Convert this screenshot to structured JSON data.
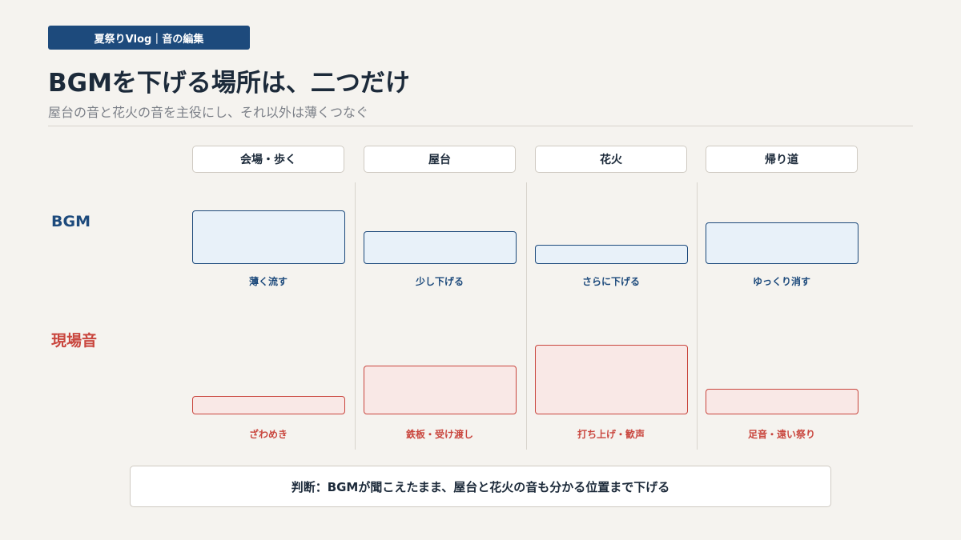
{
  "tag": "夏祭りVlog｜音の編集",
  "title": "BGMを下げる場所は、二つだけ",
  "subtitle": "屋台の音と花火の音を主役にし、それ以外は薄くつなぐ",
  "rows": {
    "bgm": "BGM",
    "env": "現場音"
  },
  "columns": [
    {
      "label": "会場・歩く",
      "bgm_caption": "薄く流す",
      "env_caption": "ざわめき",
      "bgm_level": 0.62,
      "env_level": 0.22
    },
    {
      "label": "屋台",
      "bgm_caption": "少し下げる",
      "env_caption": "鉄板・受け渡し",
      "bgm_level": 0.38,
      "env_level": 0.58
    },
    {
      "label": "花火",
      "bgm_caption": "さらに下げる",
      "env_caption": "打ち上げ・歓声",
      "bgm_level": 0.22,
      "env_level": 0.82
    },
    {
      "label": "帰り道",
      "bgm_caption": "ゆっくり消す",
      "env_caption": "足音・遠い祭り",
      "bgm_level": 0.48,
      "env_level": 0.3
    }
  ],
  "judgement": "判断：BGMが聞こえたまま、屋台と花火の音も分かる位置まで下げる",
  "colors": {
    "bgm": "#1d4a7c",
    "env": "#c9463e"
  }
}
